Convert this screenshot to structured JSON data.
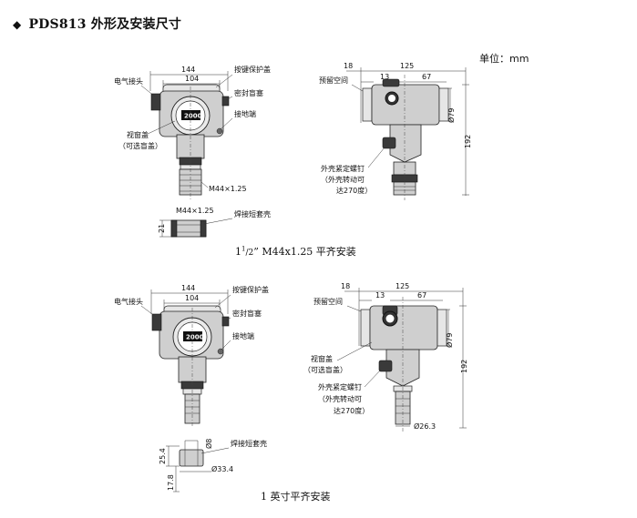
{
  "header": {
    "title": "PDS813 外形及安装尺寸",
    "bullet_icon": "diamond-icon"
  },
  "unit_label": "单位：mm",
  "display_text": "2000",
  "top": {
    "front": {
      "dim_outer": "144",
      "dim_inner": "104",
      "label_electrical": "电气接头",
      "label_key_cover": "按键保护盖",
      "label_seal_plug": "密封盲塞",
      "label_ground": "接地端",
      "label_window_1": "视窗盖",
      "label_window_2": "（可选盲盖）",
      "label_thread": "M44×1.25"
    },
    "sleeve": {
      "label_thread": "M44×1.25",
      "dim_height": "21",
      "label_weld": "焊接短套壳"
    },
    "side": {
      "dim_18": "18",
      "dim_125": "125",
      "dim_13": "13",
      "dim_67": "67",
      "dim_phi79": "Ø79",
      "dim_192": "192",
      "label_reserve": "预留空间",
      "label_screw_1": "外壳紧定螺钉",
      "label_screw_2": "（外壳转动可",
      "label_screw_3": "达270度）"
    },
    "caption_a": "1",
    "caption_b": "1",
    "caption_c": "/2",
    "caption_d": "” M44x1.25 平齐安装"
  },
  "bottom": {
    "front": {
      "dim_outer": "144",
      "dim_inner": "104",
      "label_electrical": "电气接头",
      "label_key_cover": "按键保护盖",
      "label_seal_plug": "密封盲塞",
      "label_ground": "接地端"
    },
    "sleeve": {
      "dim_phi8": "Ø8",
      "dim_25_4": "25.4",
      "dim_17_8": "17.8",
      "dim_phi33_4": "Ø33.4",
      "label_weld": "焊接短套壳"
    },
    "side": {
      "dim_18": "18",
      "dim_125": "125",
      "dim_13": "13",
      "dim_67": "67",
      "dim_phi79": "Ø79",
      "dim_192": "192",
      "dim_phi26_3": "Ø26.3",
      "label_reserve": "预留空间",
      "label_window_1": "视窗盖",
      "label_window_2": "（可选盲盖）",
      "label_screw_1": "外壳紧定螺钉",
      "label_screw_2": "（外壳转动可",
      "label_screw_3": "达270度）"
    },
    "caption": "1 英寸平齐安装"
  }
}
